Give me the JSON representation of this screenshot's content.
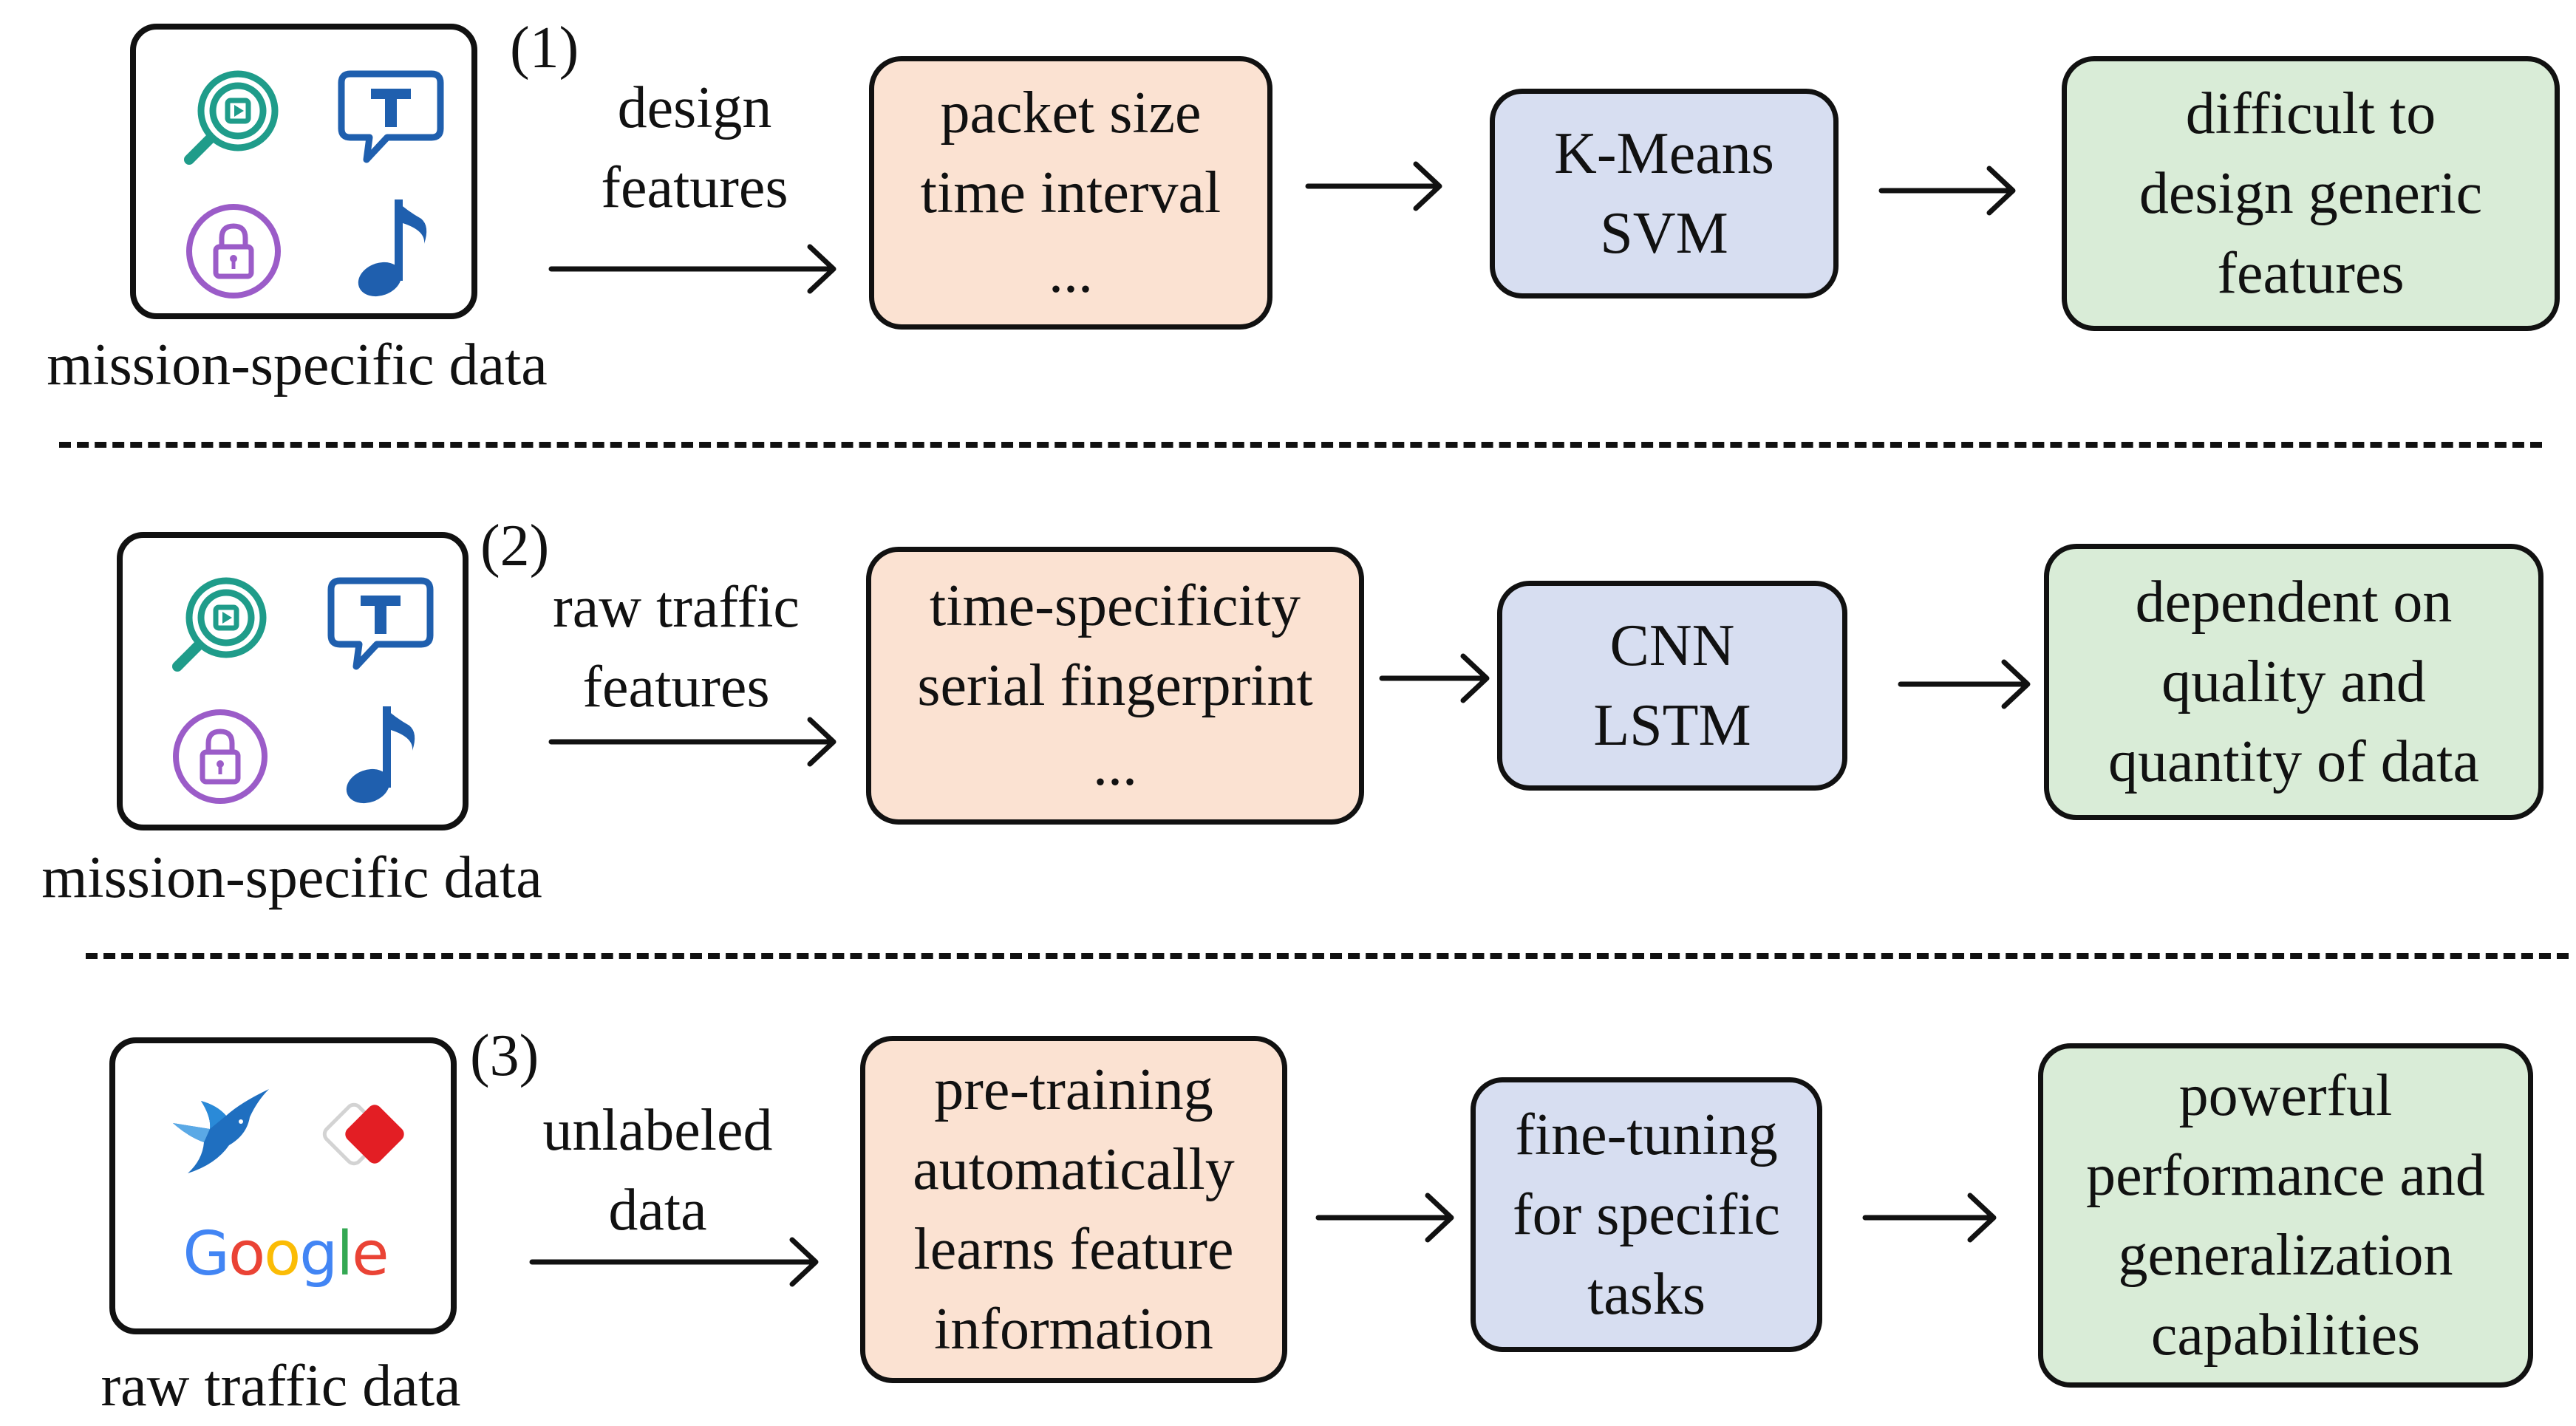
{
  "rows": [
    {
      "number": "(1)",
      "source_label": "mission-specific data",
      "arrow_label": [
        "design",
        "features"
      ],
      "features": [
        "packet size",
        "time interval",
        "..."
      ],
      "models": [
        "K-Means",
        "SVM"
      ],
      "result": [
        "difficult to",
        "design generic",
        "features"
      ]
    },
    {
      "number": "(2)",
      "source_label": "mission-specific data",
      "arrow_label": [
        "raw traffic",
        "features"
      ],
      "features": [
        "time-specificity",
        "serial fingerprint",
        "..."
      ],
      "models": [
        "CNN",
        "LSTM"
      ],
      "result": [
        "dependent on",
        "quality and",
        "quantity of data"
      ]
    },
    {
      "number": "(3)",
      "source_label": "raw traffic data",
      "arrow_label": [
        "unlabeled",
        "data"
      ],
      "features": [
        "pre-training",
        "automatically",
        "learns feature",
        "information"
      ],
      "models": [
        "fine-tuning",
        "for specific",
        "tasks"
      ],
      "result": [
        "powerful",
        "performance and",
        "generalization",
        "capabilities"
      ],
      "logo_text": "Google"
    }
  ],
  "icons": {
    "row1_2": [
      "search-video-icon",
      "chat-t-icon",
      "lock-icon",
      "music-note-icon"
    ],
    "row3": [
      "bird-logo-icon",
      "red-diamond-logo-icon",
      "google-logo"
    ]
  },
  "colors": {
    "feature_box": "#fbe2d2",
    "model_box": "#d7def1",
    "result_box": "#d9ecd7",
    "icon_teal": "#1f9c8a",
    "icon_blue": "#1f5fae",
    "icon_purple": "#9b5cc8"
  }
}
